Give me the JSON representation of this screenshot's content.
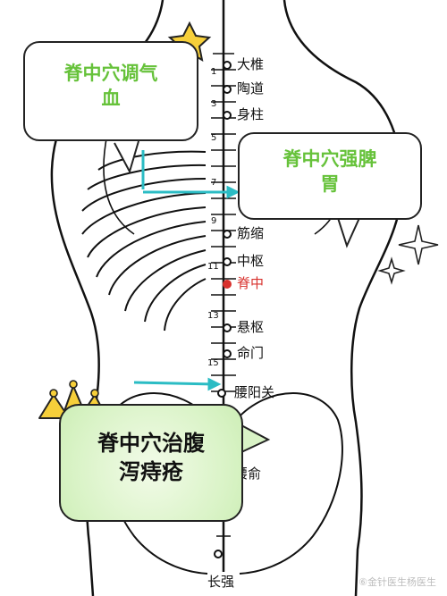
{
  "acupoints": [
    {
      "id": "dazhui",
      "name": "大椎"
    },
    {
      "id": "taodao",
      "name": "陶道"
    },
    {
      "id": "shenzhu",
      "name": "身柱"
    },
    {
      "id": "jinsuo",
      "name": "筋缩"
    },
    {
      "id": "zhongshu",
      "name": "中枢"
    },
    {
      "id": "jizhong",
      "name": "脊中",
      "highlight": true
    },
    {
      "id": "xuanshu",
      "name": "悬枢"
    },
    {
      "id": "mingmen",
      "name": "命门"
    },
    {
      "id": "yaoyangguan",
      "name": "腰阳关"
    },
    {
      "id": "yaoshu",
      "name": "腰俞"
    },
    {
      "id": "changqiang",
      "name": "长强"
    }
  ],
  "vertebra_numbers": [
    "1",
    "3",
    "5",
    "7",
    "9",
    "11",
    "13",
    "15"
  ],
  "callouts": {
    "top_left": {
      "line1": "脊中穴调气",
      "line2": "血"
    },
    "right": {
      "line1": "脊中穴强脾",
      "line2": "胃"
    },
    "bottom_left": {
      "line1": "脊中穴治腹",
      "line2": "泻痔疮"
    }
  },
  "watermark": "⑥金针医生杨医生",
  "colors": {
    "callout_text_green": "#66c23a",
    "highlight_red": "#d8312d",
    "pointer_cyan": "#2bbcc4",
    "star_yellow": "#f6cf3a",
    "big_bubble_fill": "#d9f3c6"
  }
}
